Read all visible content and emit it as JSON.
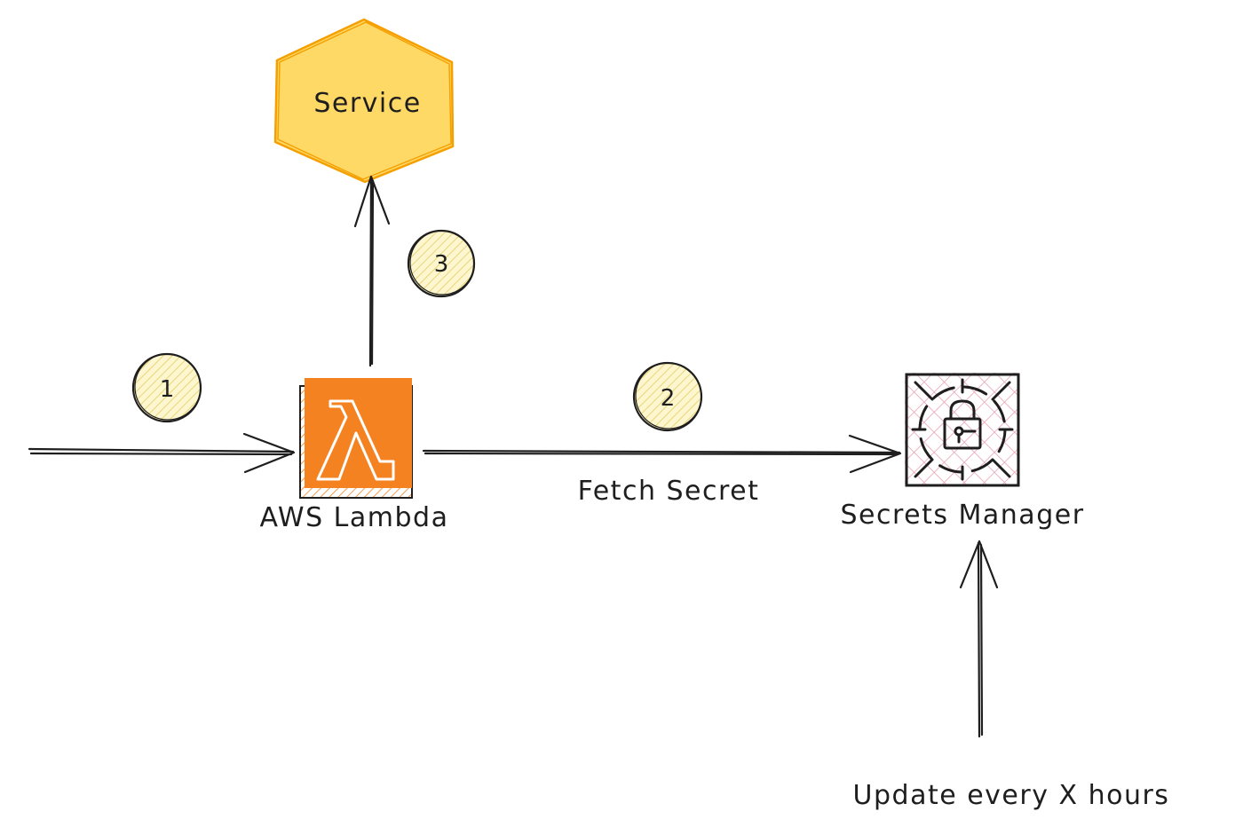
{
  "nodes": {
    "service": {
      "label": "Service",
      "fill": "#ffd966",
      "stroke": "#f59f00"
    },
    "lambda": {
      "label": "AWS Lambda",
      "icon": "lambda-icon",
      "fill": "#f58220"
    },
    "secrets_manager": {
      "label": "Secrets Manager",
      "icon": "lock-icon",
      "hatch": "#e8a3b5"
    }
  },
  "edges": {
    "fetch_secret": {
      "label": "Fetch Secret"
    },
    "update": {
      "label": "Update every X hours"
    }
  },
  "steps": [
    "1",
    "2",
    "3"
  ],
  "colors": {
    "ink": "#1e1e1e",
    "step_fill": "#fdf4c4",
    "step_hatch": "#e9d97a"
  }
}
